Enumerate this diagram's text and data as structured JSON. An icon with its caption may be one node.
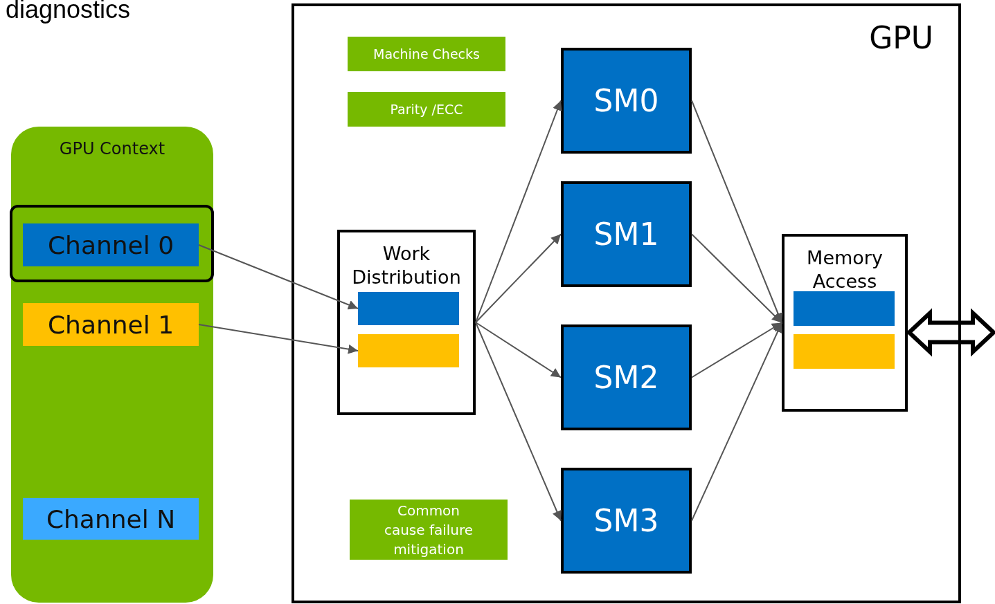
{
  "diagram": {
    "nodes": [
      {
        "text": [
          "GPU Context"
        ]
      },
      {
        "text": [
          "Channel 0"
        ],
        "in": 0
      },
      {
        "text": [
          "Channel 1"
        ],
        "in": 0
      },
      {
        "text": [
          "Channel N"
        ],
        "in": 0
      },
      {
        "text": [
          "GPU"
        ]
      },
      {
        "text": [
          "Machine Checks"
        ],
        "in": 4
      },
      {
        "text": [
          "Parity /ECC"
        ],
        "in": 4
      },
      {
        "text": [
          "Work Distribution"
        ],
        "in": 4
      },
      {
        "text": [],
        "shape": "bar",
        "in": 7
      },
      {
        "text": [],
        "shape": "bar",
        "in": 7
      },
      {
        "text": [
          "SM0"
        ],
        "in": 4
      },
      {
        "text": [
          "SM1"
        ],
        "in": 4
      },
      {
        "text": [
          "SM2"
        ],
        "in": 4
      },
      {
        "text": [
          "SM3"
        ],
        "in": 4
      },
      {
        "text": [
          "Memory Access"
        ],
        "in": 4
      },
      {
        "text": [],
        "shape": "bar",
        "in": 14
      },
      {
        "text": [],
        "shape": "bar",
        "in": 14
      },
      {
        "text": [
          "Common cause failure mitigation"
        ],
        "in": 4
      }
    ],
    "edges": [
      {
        "from": 1,
        "to": 8,
        "arrow": "to"
      },
      {
        "from": 2,
        "to": 9,
        "arrow": "to"
      },
      {
        "from": 7,
        "to": 10,
        "arrow": "to"
      },
      {
        "from": 7,
        "to": 11,
        "arrow": "to"
      },
      {
        "from": 7,
        "to": 12,
        "arrow": "to"
      },
      {
        "from": 7,
        "to": 13,
        "arrow": "to"
      },
      {
        "from": 10,
        "to": 14,
        "arrow": "to"
      },
      {
        "from": 11,
        "to": 14,
        "arrow": "to"
      },
      {
        "from": 12,
        "to": 14,
        "arrow": "to"
      },
      {
        "from": 13,
        "to": 14,
        "arrow": "to"
      },
      {
        "from": 14,
        "to": null,
        "arrow": "both"
      }
    ],
    "labels": [
      "diagnostics"
    ]
  }
}
